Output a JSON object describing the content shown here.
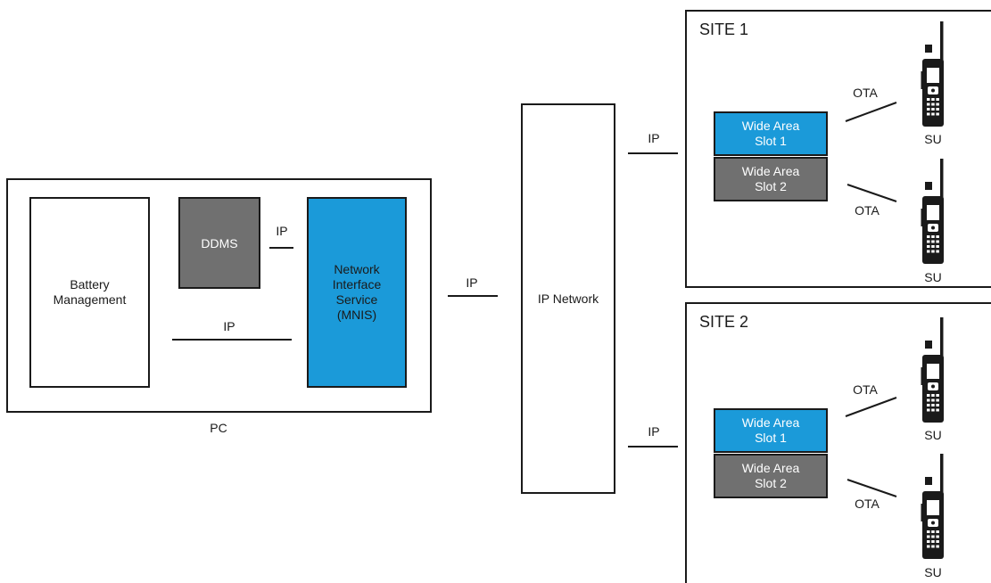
{
  "colors": {
    "blue": "#1b9ad9",
    "gray": "#707070",
    "line": "#1a1a1a"
  },
  "pc": {
    "label": "PC",
    "battery_l1": "Battery",
    "battery_l2": "Management",
    "ddms": "DDMS",
    "ip_ddms_mnis": "IP",
    "ip_battery_mnis": "IP",
    "mnis_l1": "Network",
    "mnis_l2": "Interface",
    "mnis_l3": "Service",
    "mnis_l4": "(MNIS)"
  },
  "ip_pc_network": "IP",
  "network": {
    "label": "IP Network"
  },
  "ip_network_site1": "IP",
  "ip_network_site2": "IP",
  "site1": {
    "title": "SITE 1",
    "slot1_l1": "Wide Area",
    "slot1_l2": "Slot 1",
    "slot2_l1": "Wide Area",
    "slot2_l2": "Slot 2",
    "ota_top": "OTA",
    "ota_bottom": "OTA",
    "su_top": "SU",
    "su_bottom": "SU"
  },
  "site2": {
    "title": "SITE 2",
    "slot1_l1": "Wide Area",
    "slot1_l2": "Slot 1",
    "slot2_l1": "Wide Area",
    "slot2_l2": "Slot 2",
    "ota_top": "OTA",
    "ota_bottom": "OTA",
    "su_top": "SU",
    "su_bottom": "SU"
  },
  "icons": {
    "radio": "handheld-radio-icon"
  }
}
